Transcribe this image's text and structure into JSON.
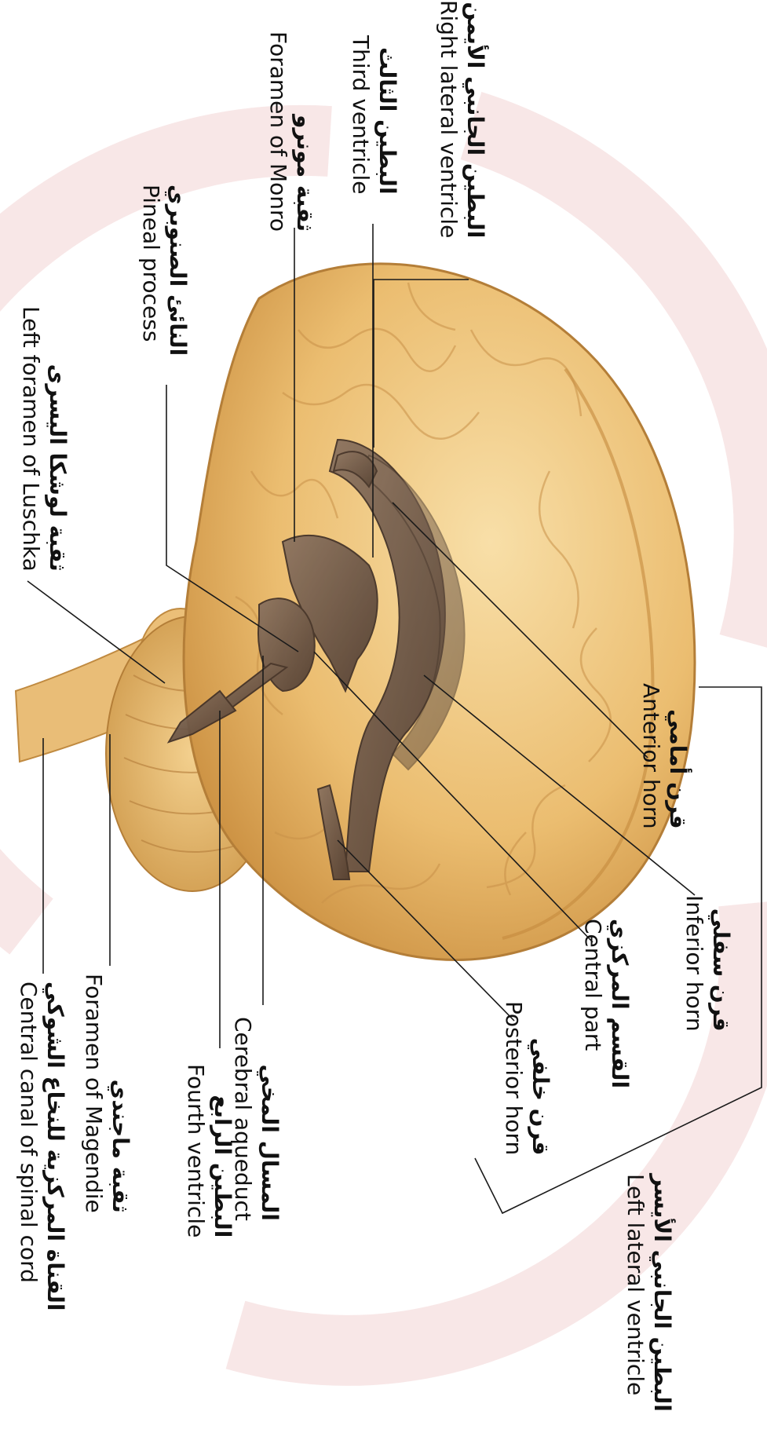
{
  "labels": {
    "right_lateral_ventricle": {
      "ar": "البطين الجانبي الأيمن",
      "en": "Right lateral ventricle"
    },
    "third_ventricle": {
      "ar": "البطين الثالث",
      "en": "Third ventricle"
    },
    "foramen_of_monro": {
      "ar": "ثقبة مونرو",
      "en": "Foramen of Monro"
    },
    "pineal_process": {
      "ar": "النائئ الصنوبري",
      "en": "Pineal process"
    },
    "left_foramen_of_luschka": {
      "ar": "ثقبة لوشكا اليسرى",
      "en": "Left foramen of Luschka"
    },
    "anterior_horn": {
      "ar": "قرن أمامي",
      "en": "Anterior horn"
    },
    "inferior_horn": {
      "ar": "قرن سفلي",
      "en": "Inferior horn"
    },
    "central_part": {
      "ar": "القسم المركزي",
      "en": "Central part"
    },
    "posterior_horn": {
      "ar": "قرن خلفي",
      "en": "Posterior horn"
    },
    "left_lateral_ventricle": {
      "ar": "البطين الجانبي الأيسر",
      "en": "Left lateral ventricle"
    },
    "cerebral_aqueduct": {
      "ar": "المسال المخي",
      "en": "Cerebral aqueduct"
    },
    "fourth_ventricle": {
      "ar": "البطين الرابع",
      "en": "Fourth ventricle"
    },
    "foramen_of_magendie": {
      "ar": "ثقبة ماجندي",
      "en": "Foramen of Magendie"
    },
    "central_canal": {
      "ar": "القناة المركزية للنخاع الشوكي",
      "en": "Central canal of spinal cord"
    }
  },
  "colors": {
    "brain": "#e8b86a",
    "brain_light": "#f6dba0",
    "brain_dark": "#c98d3e",
    "ventricle": "#7a6250",
    "ventricle_dark": "#5a4538",
    "watermark": "#f7e3e3",
    "leader_line": "#1a1a1a"
  }
}
